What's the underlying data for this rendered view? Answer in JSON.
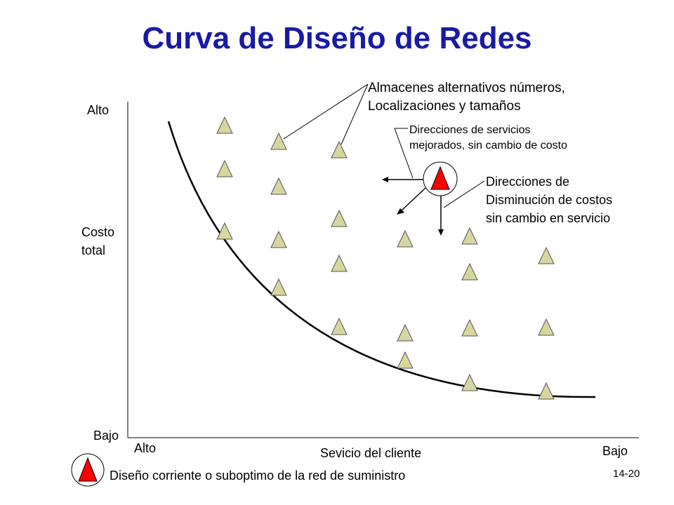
{
  "title": "Curva de Diseño de Redes",
  "axis": {
    "y_high": "Alto",
    "y_label": "Costo\ntotal",
    "y_low": "Bajo",
    "x_high": "Alto",
    "x_label": "Sevicio del cliente",
    "x_low": "Bajo"
  },
  "annotations": {
    "alternatives": "Almacenes alternativos números,\nLocalizaciones y tamaños",
    "service_direction": "Direcciones de servicios\nmejorados, sin cambio de costo",
    "cost_direction": "Direcciones de\nDisminución de costos\nsin cambio en  servicio"
  },
  "legend": {
    "current_design": "Diseño corriente o suboptimo de la red de suministro"
  },
  "slide_number": "14-20",
  "colors": {
    "title": "#1a1aa6",
    "alternative_marker": "#d8d6a0",
    "current_marker": "#ff0000",
    "curve": "#000000"
  },
  "markers": {
    "alternative_icon": "triangle",
    "current_icon": "red-triangle-in-circle"
  }
}
